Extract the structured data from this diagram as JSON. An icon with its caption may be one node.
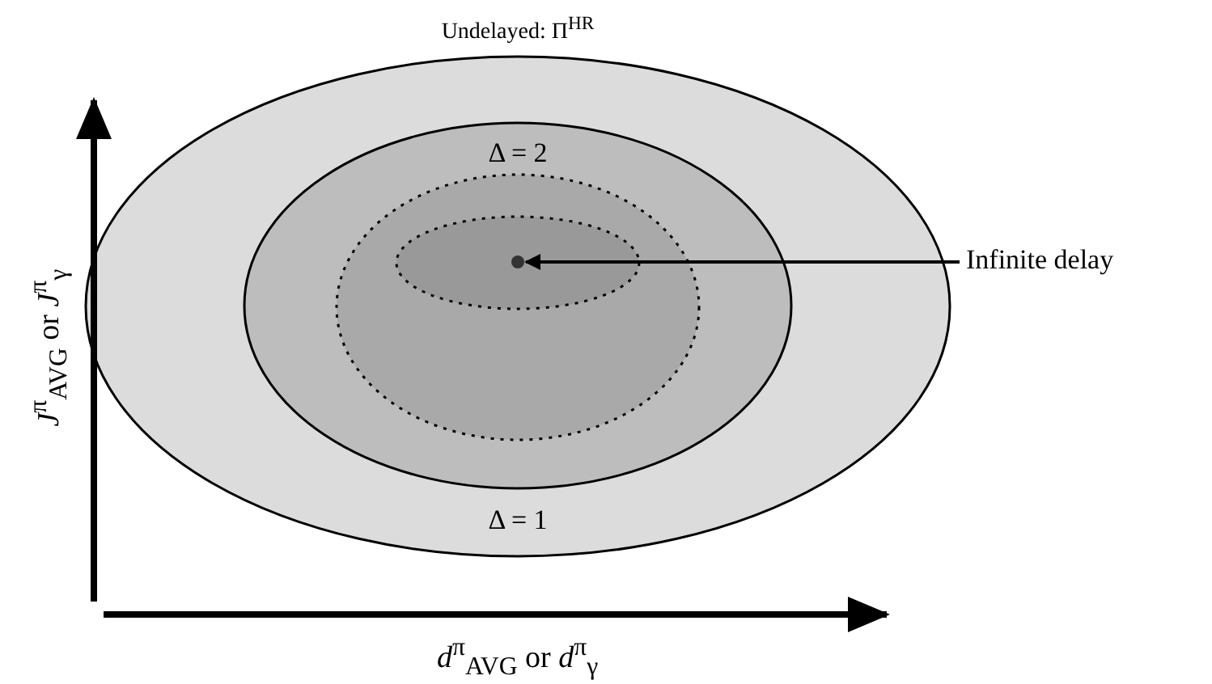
{
  "diagram": {
    "nodes": [
      {
        "text": [
          "Undelayed: Π$^{HR}$",
          "Δ = 1"
        ]
      },
      {
        "text": [
          "Δ = 2"
        ],
        "in": 0
      },
      {
        "text": [],
        "shape": "ellipse",
        "in": 1
      },
      {
        "text": [],
        "shape": "ellipse",
        "in": 2
      },
      {
        "text": [],
        "shape": "circle",
        "in": 3
      },
      {
        "text": [
          "Infinite delay"
        ]
      }
    ],
    "edges": [
      {
        "from": 5,
        "to": 4,
        "arrow": "to"
      }
    ],
    "labels": [
      "*J*$^{π}$$_{AVG}$ or *J*$^{π}$$_{γ}$",
      "*d*$^{π}$$_{AVG}$ or *d*$^{π}$$_{γ}$"
    ]
  }
}
